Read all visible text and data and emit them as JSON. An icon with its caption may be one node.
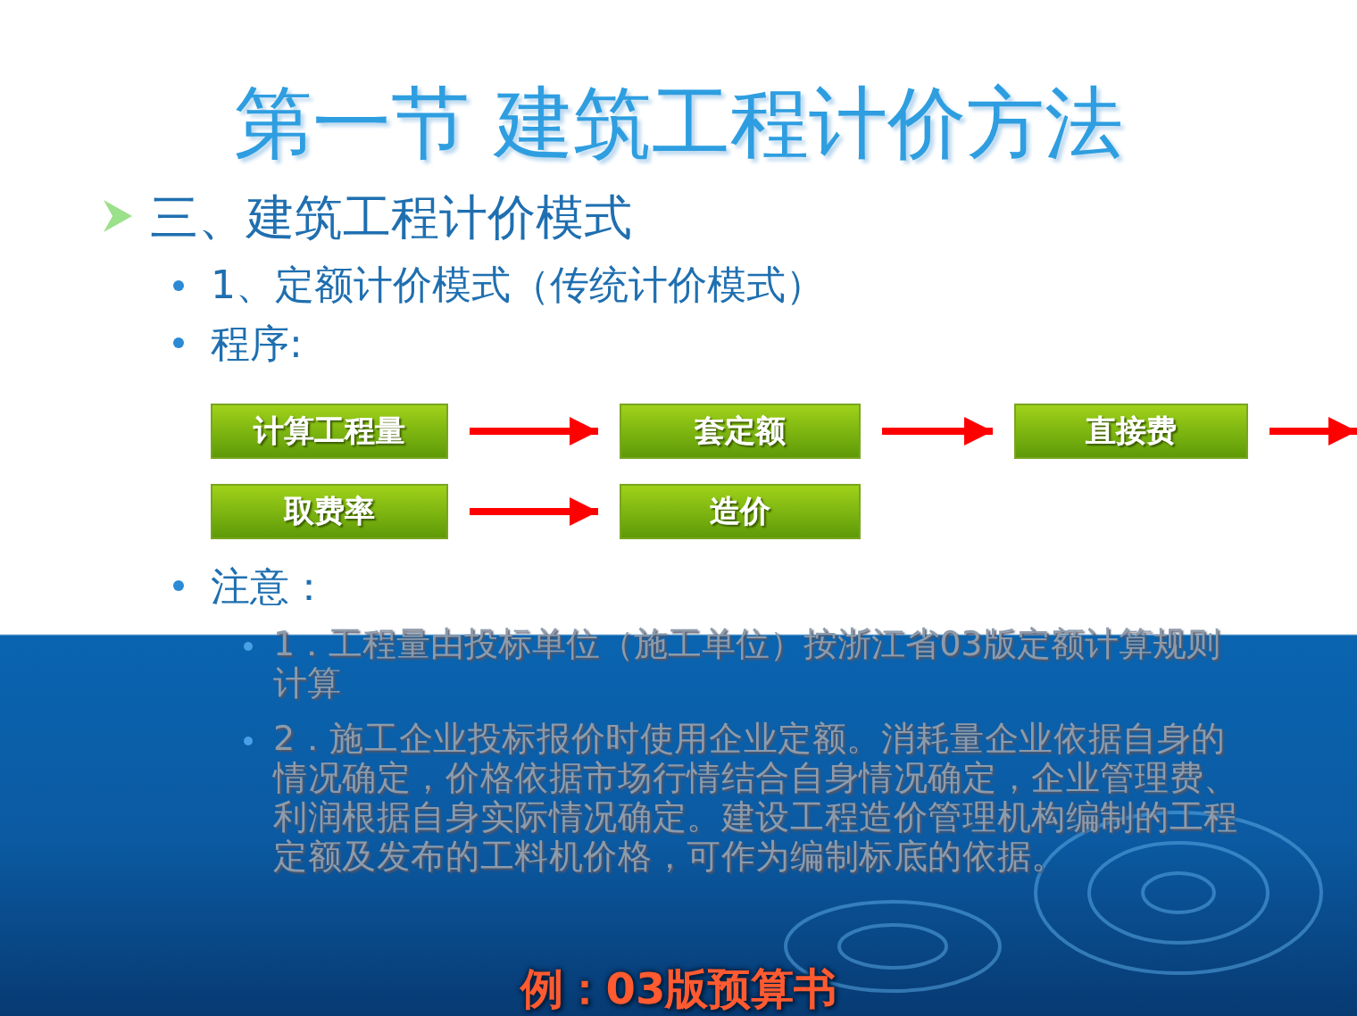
{
  "diagram": {
    "title": "第一节  建筑工程计价方法",
    "nodes": [
      {
        "text": [
          "计算工程量"
        ]
      },
      {
        "text": [
          "套定额"
        ]
      },
      {
        "text": [
          "直接费"
        ]
      },
      {
        "text": [
          "取费率"
        ]
      },
      {
        "text": [
          "造价"
        ]
      }
    ],
    "edges": [
      {
        "from": 0,
        "to": 1,
        "arrow": "to"
      },
      {
        "from": 1,
        "to": 2,
        "arrow": "to"
      },
      {
        "from": 2,
        "to": null,
        "arrow": "to"
      },
      {
        "from": 3,
        "to": 4,
        "arrow": "to"
      }
    ],
    "labels": [
      "三、建筑工程计价模式",
      "1、定额计价模式（传统计价模式）",
      "程序:",
      "注意：",
      "1．工程量由投标单位（施工单位）按浙江省03版定额计算规则计算",
      "2．施工企业投标报价时使用企业定额。消耗量企业依据自身的情况确定，价格依据市场行情结合自身情况确定，企业管理费、利润根据自身实际情况确定。建设工程造价管理机构编制的工程定额及发布的工料机价格，可作为编制标底的依据。",
      "例：03版预算书"
    ]
  }
}
